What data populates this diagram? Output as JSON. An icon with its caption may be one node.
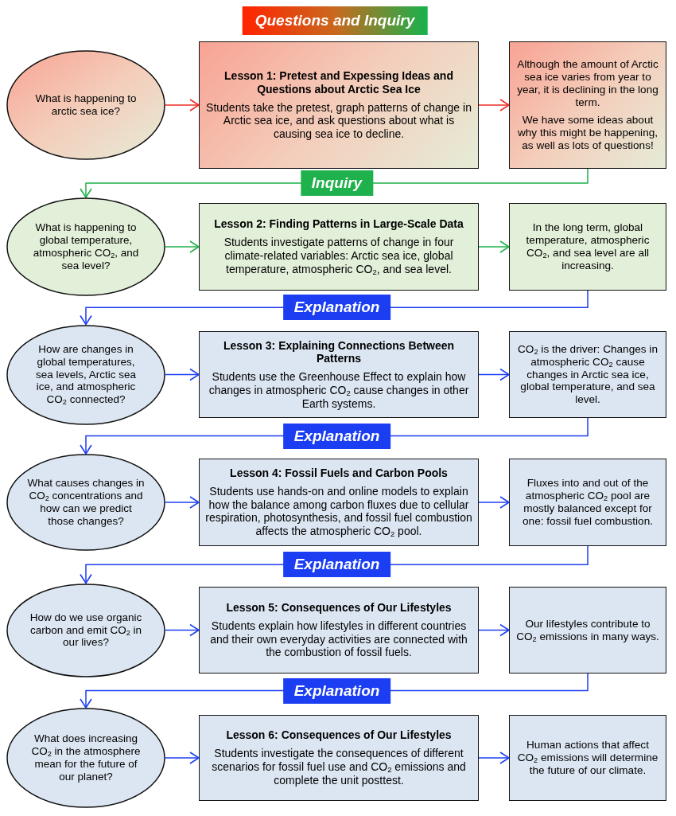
{
  "diagram": {
    "title": "Questions and Inquiry",
    "nodes": [
      {
        "text": [
          "What is happening to arctic sea ice?"
        ]
      },
      {
        "text": [
          "Lesson 1: Pretest and Expessing Ideas and Questions about Arctic Sea Ice",
          "Students take the pretest, graph patterns of change in Arctic sea ice, and ask questions about what is causing sea ice to decline."
        ]
      },
      {
        "text": [
          "Although the amount of Arctic sea ice varies from year to year, it is declining in the long term.",
          "We have some ideas about why this might be happening, as well as lots of questions!"
        ]
      },
      {
        "text": [
          "What is happening to global temperature, atmospheric CO$_{2}$, and sea level?"
        ]
      },
      {
        "text": [
          "Lesson 2: Finding Patterns in Large-Scale Data",
          "Students investigate patterns of change in four climate-related variables: Arctic sea ice, global temperature, atmospheric CO$_{2}$, and sea level."
        ]
      },
      {
        "text": [
          "In the long term, global temperature, atmospheric CO$_{2}$, and sea level are all increasing."
        ]
      },
      {
        "text": [
          "How are changes in global temperatures, sea levels, Arctic sea ice, and atmospheric CO$_{2}$ connected?"
        ]
      },
      {
        "text": [
          "Lesson 3: Explaining Connections Between Patterns",
          "Students use the Greenhouse Effect to explain how changes in atmospheric CO$_{2}$ cause changes in other Earth systems."
        ]
      },
      {
        "text": [
          "CO$_{2}$ is the driver: Changes in atmospheric CO$_{2}$ cause changes in Arctic sea ice, global temperature, and sea level."
        ]
      },
      {
        "text": [
          "What causes changes in CO$_{2}$ concentrations and how can we predict those changes?"
        ]
      },
      {
        "text": [
          "Lesson 4: Fossil Fuels and Carbon Pools",
          "Students use hands-on and online models to explain how the balance among carbon fluxes due to cellular respiration, photosynthesis, and fossil fuel combustion affects the atmospheric CO$_{2}$ pool."
        ]
      },
      {
        "text": [
          "Fluxes into and out of the atmospheric CO$_{2}$ pool are mostly balanced except for one: fossil fuel combustion."
        ]
      },
      {
        "text": [
          "How do we use organic carbon and emit CO$_{2}$ in our lives?"
        ]
      },
      {
        "text": [
          "Lesson 5: Consequences of Our Lifestyles",
          "Students explain how lifestyles in different countries and their own everyday activities are connected with the combustion of fossil fuels."
        ]
      },
      {
        "text": [
          "Our lifestyles contribute to CO$_{2}$ emissions in many ways."
        ]
      },
      {
        "text": [
          "What does increasing CO$_{2}$ in the atmosphere mean for the future of our planet?"
        ]
      },
      {
        "text": [
          "Lesson 6: Consequences of Our Lifestyles",
          "Students investigate the consequences of different scenarios for fossil fuel use and CO$_{2}$ emissions and complete the unit posttest."
        ]
      },
      {
        "text": [
          "Human actions that affect CO$_{2}$ emissions will determine the future of our climate."
        ]
      }
    ],
    "edges": [
      {
        "from": 0,
        "to": 1,
        "arrow": "to",
        "color": "#ee2b24"
      },
      {
        "from": 1,
        "to": 2,
        "arrow": "to",
        "color": "#ee2b24"
      },
      {
        "from": 2,
        "to": 3,
        "arrow": "to",
        "label": "Inquiry",
        "color": "#1fb14b"
      },
      {
        "from": 3,
        "to": 4,
        "arrow": "to",
        "color": "#1fb14b"
      },
      {
        "from": 4,
        "to": 5,
        "arrow": "to",
        "color": "#1fb14b"
      },
      {
        "from": 5,
        "to": 6,
        "arrow": "to",
        "label": "Explanation"
      },
      {
        "from": 6,
        "to": 7,
        "arrow": "to"
      },
      {
        "from": 7,
        "to": 8,
        "arrow": "to"
      },
      {
        "from": 8,
        "to": 9,
        "arrow": "to",
        "label": "Explanation"
      },
      {
        "from": 9,
        "to": 10,
        "arrow": "to"
      },
      {
        "from": 10,
        "to": 11,
        "arrow": "to"
      },
      {
        "from": 11,
        "to": 12,
        "arrow": "to",
        "label": "Explanation"
      },
      {
        "from": 12,
        "to": 13,
        "arrow": "to"
      },
      {
        "from": 13,
        "to": 14,
        "arrow": "to"
      },
      {
        "from": 14,
        "to": 15,
        "arrow": "to",
        "label": "Explanation"
      },
      {
        "from": 15,
        "to": 16,
        "arrow": "to"
      },
      {
        "from": 16,
        "to": 17,
        "arrow": "to"
      }
    ]
  }
}
